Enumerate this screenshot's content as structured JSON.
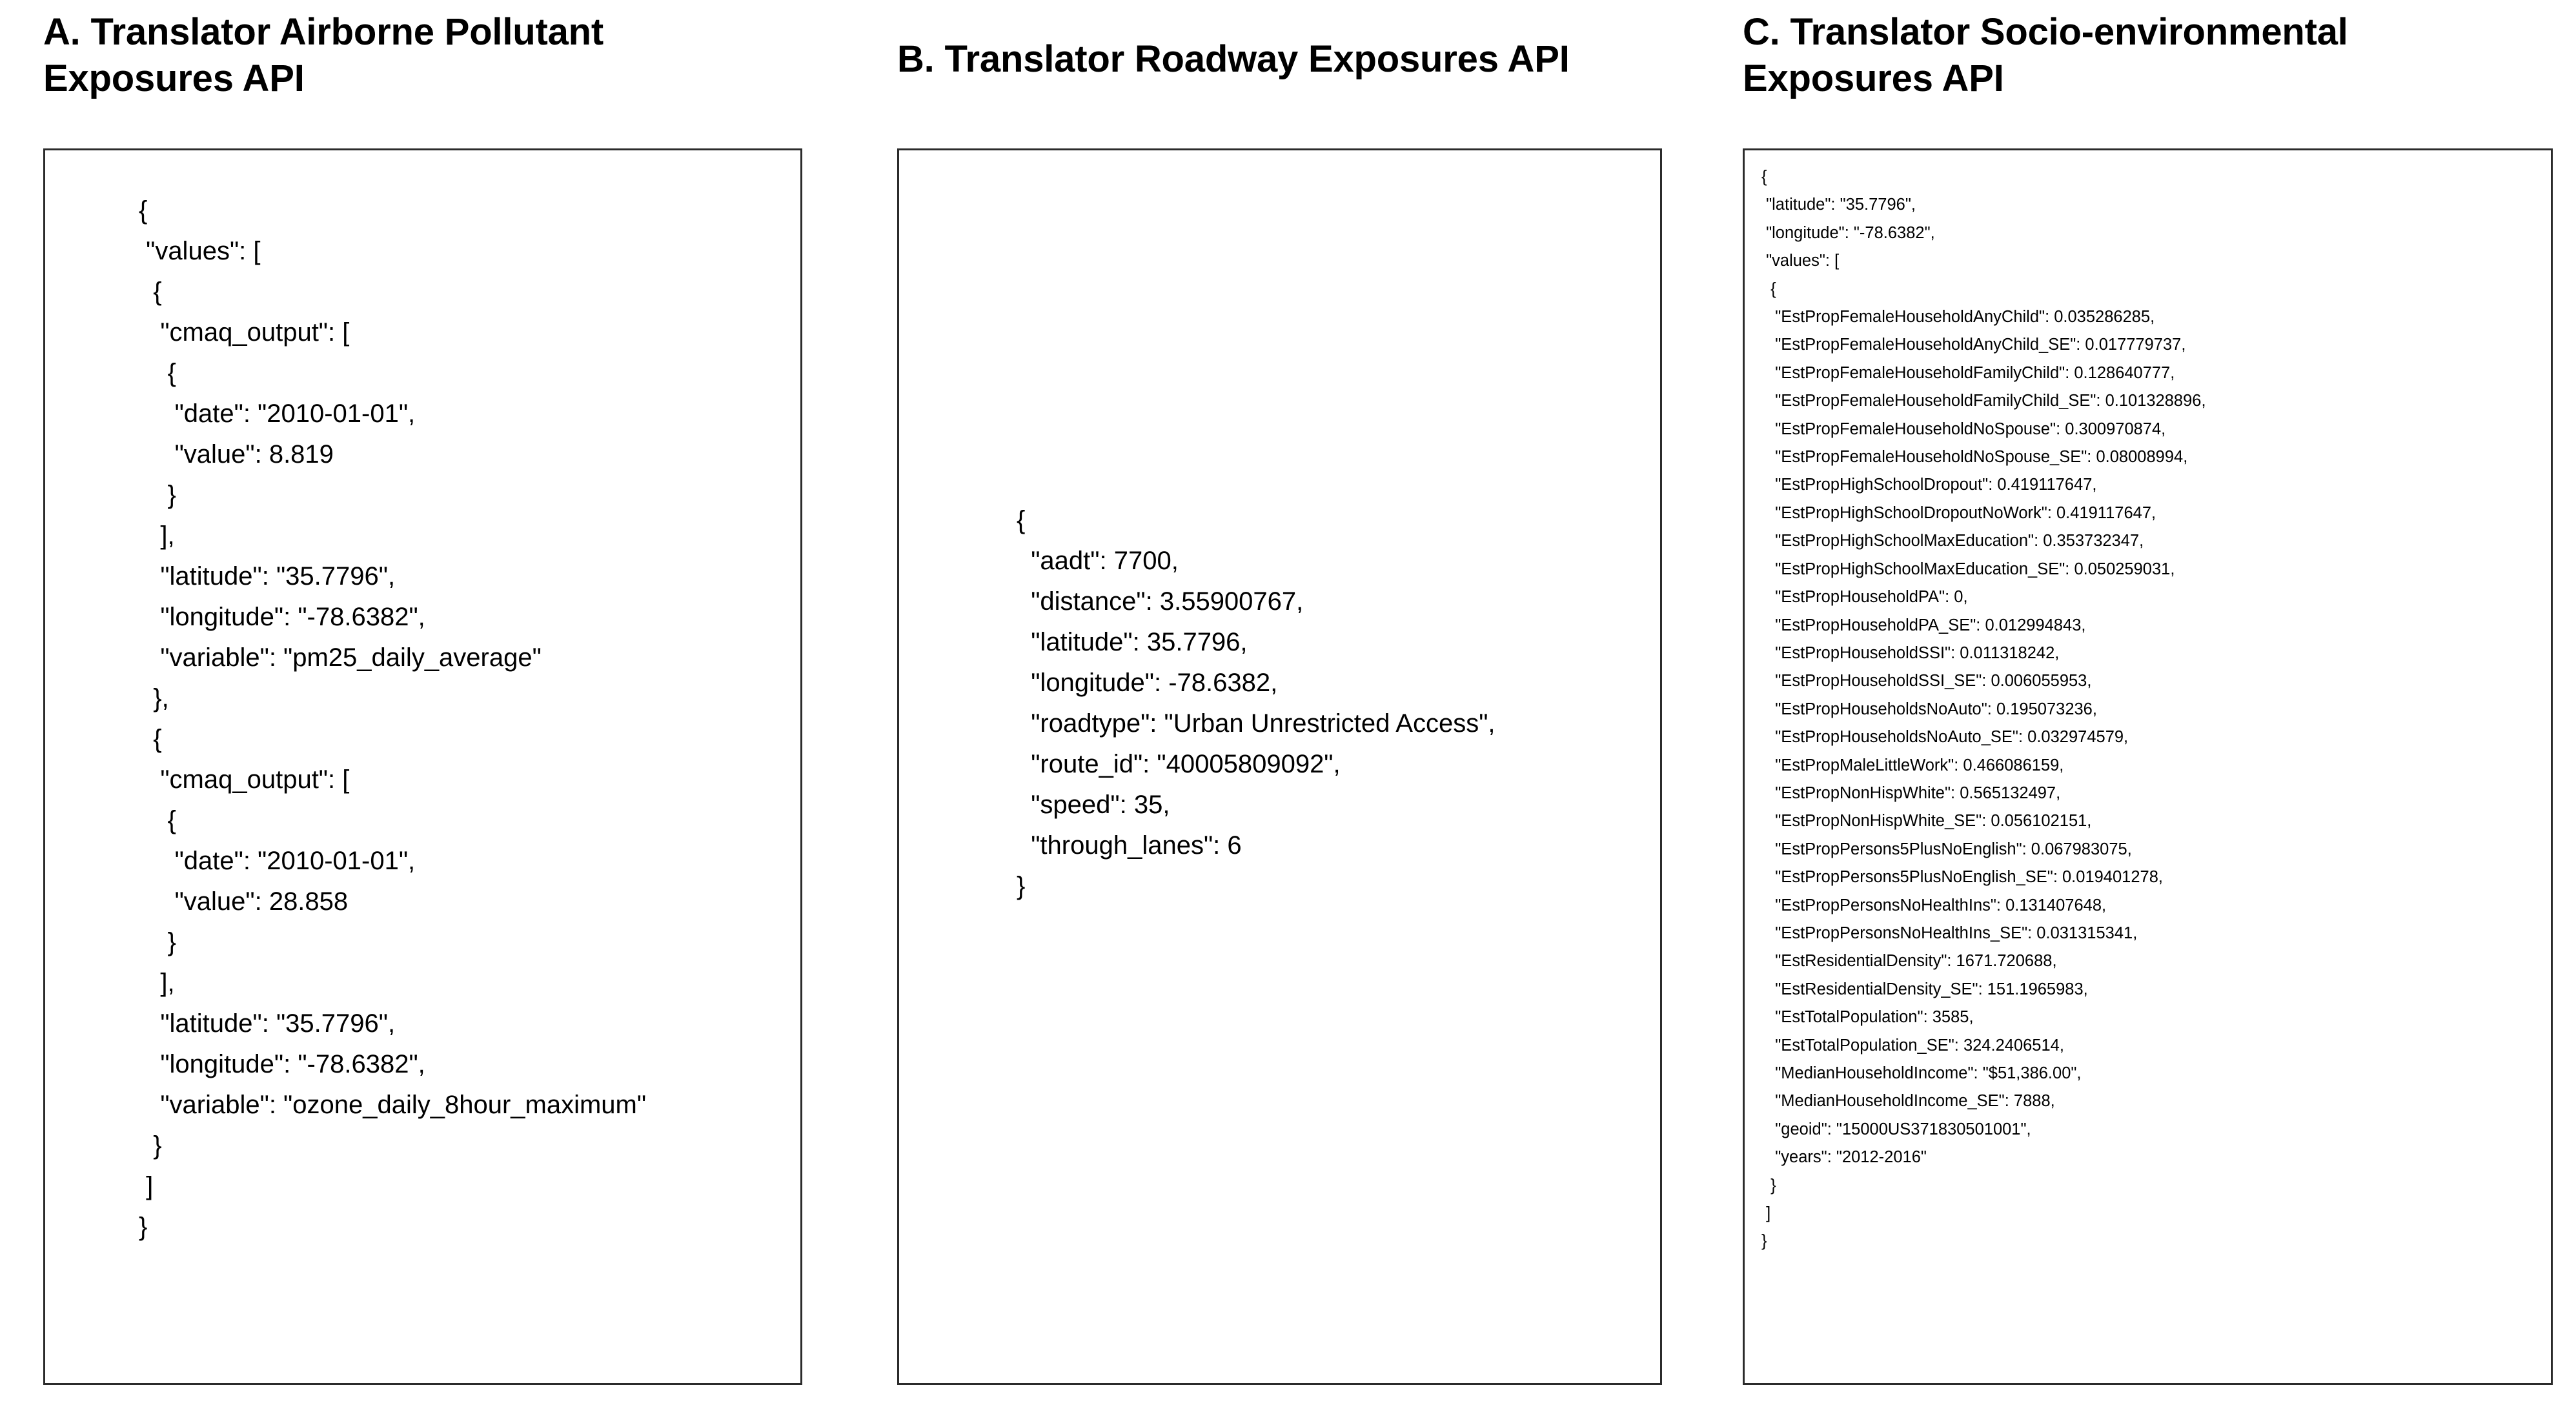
{
  "figure": {
    "background_color": "#ffffff",
    "text_color": "#000000",
    "box_border_color": "#2b2b2b"
  },
  "panels": [
    {
      "id": "A",
      "label": "A.",
      "title": "A.  Translator Airborne Pollutant\nExposures API",
      "code": "{\n \"values\": [\n  {\n   \"cmaq_output\": [\n    {\n     \"date\": \"2010-01-01\",\n     \"value\": 8.819\n    }\n   ],\n   \"latitude\": \"35.7796\",\n   \"longitude\": \"-78.6382\",\n   \"variable\": \"pm25_daily_average\"\n  },\n  {\n   \"cmaq_output\": [\n    {\n     \"date\": \"2010-01-01\",\n     \"value\": 28.858\n    }\n   ],\n   \"latitude\": \"35.7796\",\n   \"longitude\": \"-78.6382\",\n   \"variable\": \"ozone_daily_8hour_maximum\"\n  }\n ]\n}",
      "api_payload": {
        "values": [
          {
            "cmaq_output": [
              {
                "date": "2010-01-01",
                "value": 8.819
              }
            ],
            "latitude": "35.7796",
            "longitude": "-78.6382",
            "variable": "pm25_daily_average"
          },
          {
            "cmaq_output": [
              {
                "date": "2010-01-01",
                "value": 28.858
              }
            ],
            "latitude": "35.7796",
            "longitude": "-78.6382",
            "variable": "ozone_daily_8hour_maximum"
          }
        ]
      }
    },
    {
      "id": "B",
      "label": "B.",
      "title": "B. Translator Roadway Exposures API",
      "code": "{\n  \"aadt\": 7700,\n  \"distance\": 3.55900767,\n  \"latitude\": 35.7796,\n  \"longitude\": -78.6382,\n  \"roadtype\": \"Urban Unrestricted Access\",\n  \"route_id\": \"40005809092\",\n  \"speed\": 35,\n  \"through_lanes\": 6\n}",
      "api_payload": {
        "aadt": 7700,
        "distance": 3.55900767,
        "latitude": 35.7796,
        "longitude": -78.6382,
        "roadtype": "Urban Unrestricted Access",
        "route_id": "40005809092",
        "speed": 35,
        "through_lanes": 6
      }
    },
    {
      "id": "C",
      "label": "C.",
      "title": "C. Translator Socio-environmental\nExposures API",
      "code": "{\n \"latitude\": \"35.7796\",\n \"longitude\": \"-78.6382\",\n \"values\": [\n  {\n   \"EstPropFemaleHouseholdAnyChild\": 0.035286285,\n   \"EstPropFemaleHouseholdAnyChild_SE\": 0.017779737,\n   \"EstPropFemaleHouseholdFamilyChild\": 0.128640777,\n   \"EstPropFemaleHouseholdFamilyChild_SE\": 0.101328896,\n   \"EstPropFemaleHouseholdNoSpouse\": 0.300970874,\n   \"EstPropFemaleHouseholdNoSpouse_SE\": 0.08008994,\n   \"EstPropHighSchoolDropout\": 0.419117647,\n   \"EstPropHighSchoolDropoutNoWork\": 0.419117647,\n   \"EstPropHighSchoolMaxEducation\": 0.353732347,\n   \"EstPropHighSchoolMaxEducation_SE\": 0.050259031,\n   \"EstPropHouseholdPA\": 0,\n   \"EstPropHouseholdPA_SE\": 0.012994843,\n   \"EstPropHouseholdSSI\": 0.011318242,\n   \"EstPropHouseholdSSI_SE\": 0.006055953,\n   \"EstPropHouseholdsNoAuto\": 0.195073236,\n   \"EstPropHouseholdsNoAuto_SE\": 0.032974579,\n   \"EstPropMaleLittleWork\": 0.466086159,\n   \"EstPropNonHispWhite\": 0.565132497,\n   \"EstPropNonHispWhite_SE\": 0.056102151,\n   \"EstPropPersons5PlusNoEnglish\": 0.067983075,\n   \"EstPropPersons5PlusNoEnglish_SE\": 0.019401278,\n   \"EstPropPersonsNoHealthIns\": 0.131407648,\n   \"EstPropPersonsNoHealthIns_SE\": 0.031315341,\n   \"EstResidentialDensity\": 1671.720688,\n   \"EstResidentialDensity_SE\": 151.1965983,\n   \"EstTotalPopulation\": 3585,\n   \"EstTotalPopulation_SE\": 324.2406514,\n   \"MedianHouseholdIncome\": \"$51,386.00\",\n   \"MedianHouseholdIncome_SE\": 7888,\n   \"geoid\": \"15000US371830501001\",\n   \"years\": \"2012-2016\"\n  }\n ]\n}",
      "api_payload": {
        "latitude": "35.7796",
        "longitude": "-78.6382",
        "values": [
          {
            "EstPropFemaleHouseholdAnyChild": 0.035286285,
            "EstPropFemaleHouseholdAnyChild_SE": 0.017779737,
            "EstPropFemaleHouseholdFamilyChild": 0.128640777,
            "EstPropFemaleHouseholdFamilyChild_SE": 0.101328896,
            "EstPropFemaleHouseholdNoSpouse": 0.300970874,
            "EstPropFemaleHouseholdNoSpouse_SE": 0.08008994,
            "EstPropHighSchoolDropout": 0.419117647,
            "EstPropHighSchoolDropoutNoWork": 0.419117647,
            "EstPropHighSchoolMaxEducation": 0.353732347,
            "EstPropHighSchoolMaxEducation_SE": 0.050259031,
            "EstPropHouseholdPA": 0,
            "EstPropHouseholdPA_SE": 0.012994843,
            "EstPropHouseholdSSI": 0.011318242,
            "EstPropHouseholdSSI_SE": 0.006055953,
            "EstPropHouseholdsNoAuto": 0.195073236,
            "EstPropHouseholdsNoAuto_SE": 0.032974579,
            "EstPropMaleLittleWork": 0.466086159,
            "EstPropNonHispWhite": 0.565132497,
            "EstPropNonHispWhite_SE": 0.056102151,
            "EstPropPersons5PlusNoEnglish": 0.067983075,
            "EstPropPersons5PlusNoEnglish_SE": 0.019401278,
            "EstPropPersonsNoHealthIns": 0.131407648,
            "EstPropPersonsNoHealthIns_SE": 0.031315341,
            "EstResidentialDensity": 1671.720688,
            "EstResidentialDensity_SE": 151.1965983,
            "EstTotalPopulation": 3585,
            "EstTotalPopulation_SE": 324.2406514,
            "MedianHouseholdIncome": "$51,386.00",
            "MedianHouseholdIncome_SE": 7888,
            "geoid": "15000US371830501001",
            "years": "2012-2016"
          }
        ]
      }
    }
  ]
}
